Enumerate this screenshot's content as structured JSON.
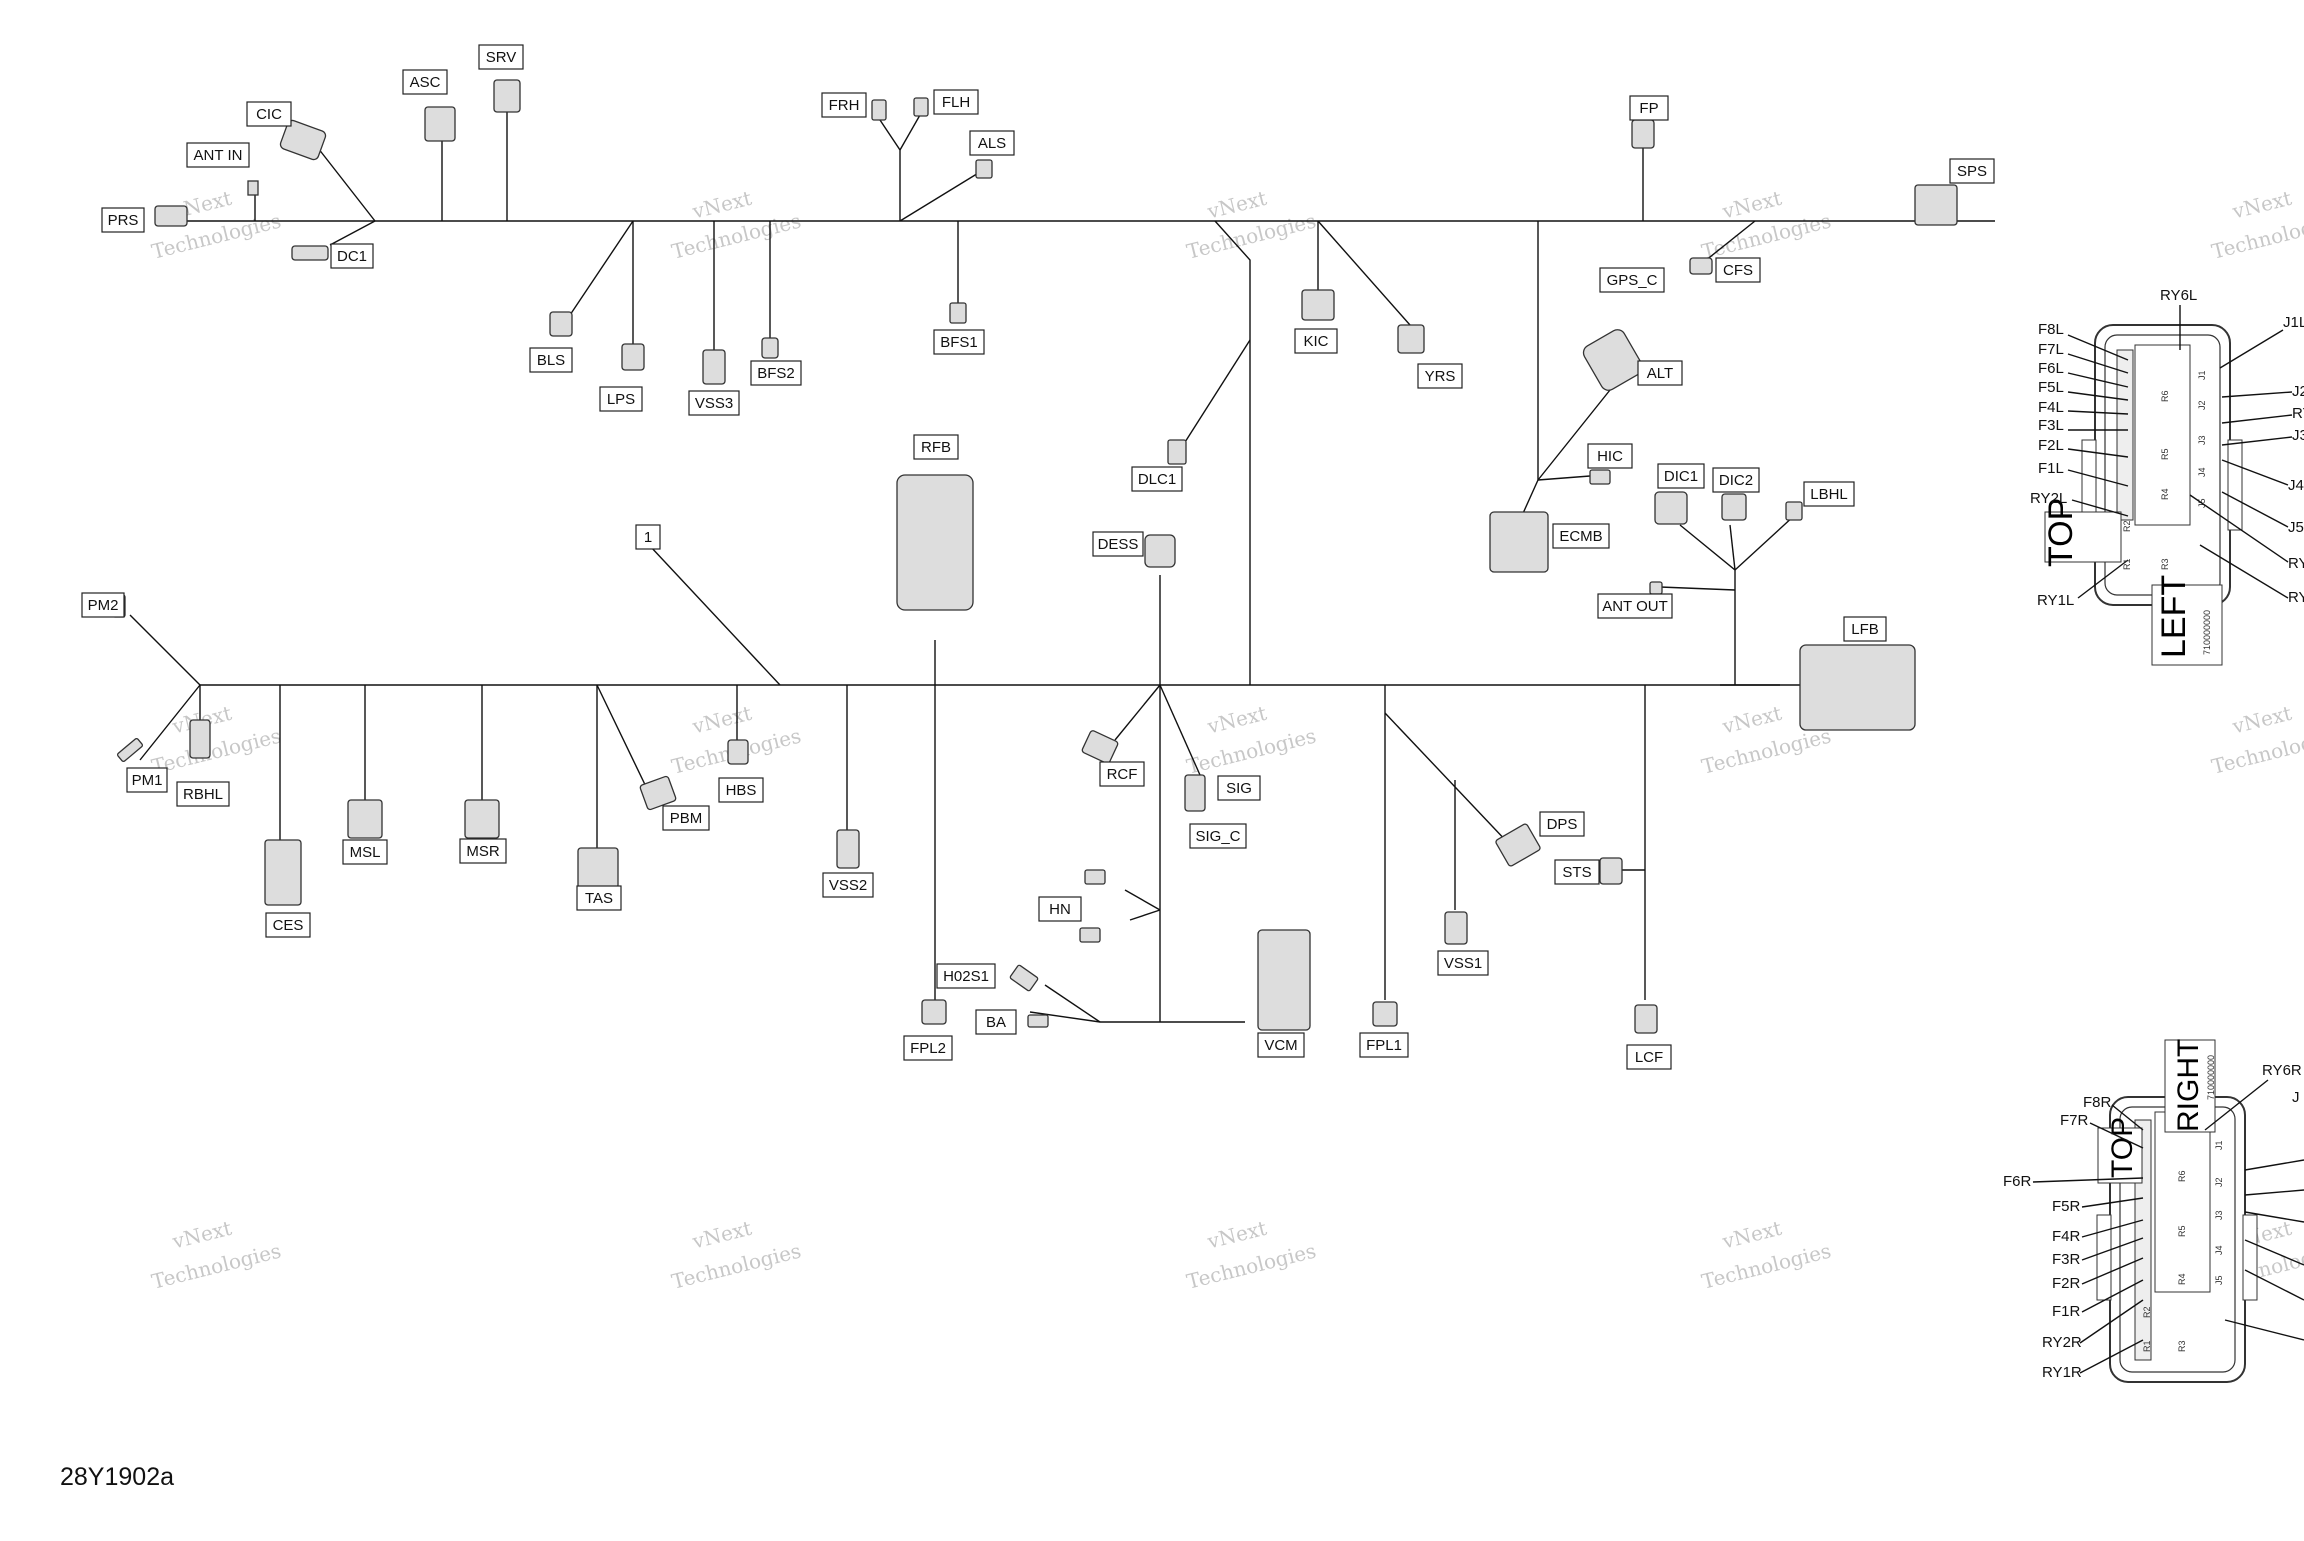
{
  "diagram": {
    "code": "28Y1902a",
    "watermark": {
      "line1": "vNext",
      "line2": "Technologies",
      "line3": "vNext Technologies"
    },
    "connectors": [
      "PRS",
      "ANT IN",
      "CIC",
      "ASC",
      "SRV",
      "DC1",
      "BLS",
      "LPS",
      "VSS3",
      "BFS2",
      "FRH",
      "FLH",
      "ALS",
      "BFS1",
      "DLC1",
      "KIC",
      "YRS",
      "FP",
      "SPS",
      "GPS_C",
      "CFS",
      "ALT",
      "HIC",
      "ECMB",
      "DIC1",
      "DIC2",
      "LBHL",
      "ANT OUT",
      "LFB",
      "RFB",
      "1",
      "DESS",
      "PM2",
      "PM1",
      "RBHL",
      "CES",
      "MSL",
      "MSR",
      "TAS",
      "PBM",
      "HBS",
      "VSS2",
      "RCF",
      "SIG",
      "SIG_C",
      "HN",
      "H02S1",
      "BA",
      "VCM",
      "FPL2",
      "FPL1",
      "VSS1",
      "DPS",
      "STS",
      "LCF"
    ],
    "left_fuse_box": {
      "top_label": "RY6L",
      "side_tag": "TOP",
      "bottom_tag": "LEFT",
      "left_pins": [
        "F8L",
        "F7L",
        "F6L",
        "F5L",
        "F4L",
        "F3L",
        "F2L",
        "F1L",
        "RY2L",
        "RY1L"
      ],
      "right_pins": [
        "J1L",
        "J2",
        "RY",
        "J3",
        "J4",
        "J5",
        "RY",
        "RY"
      ],
      "inner": [
        "R6",
        "R5",
        "R4",
        "R2",
        "R1",
        "R3",
        "J1",
        "J2",
        "J3",
        "J4",
        "J5"
      ],
      "part_no": "710000000"
    },
    "right_fuse_box": {
      "top_label": "RY6R",
      "side_tag": "TOP",
      "top_tag": "RIGHT",
      "left_pins": [
        "F8R",
        "F7R",
        "F6R",
        "F5R",
        "F4R",
        "F3R",
        "F2R",
        "F1R",
        "RY2R",
        "RY1R"
      ],
      "right_pins": [
        "J"
      ],
      "inner": [
        "R6",
        "R5",
        "R4",
        "R2",
        "R1",
        "R3",
        "J1",
        "J2",
        "J3",
        "J4",
        "J5"
      ],
      "part_no": "710000000"
    }
  }
}
